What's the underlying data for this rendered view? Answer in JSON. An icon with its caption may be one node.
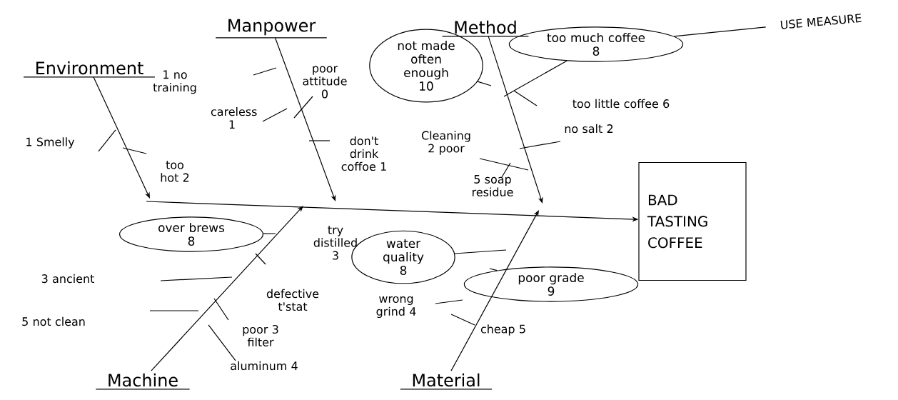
{
  "diagram": {
    "nodes": [
      {
        "text": [
          "Environment"
        ]
      },
      {
        "text": [
          "Manpower"
        ]
      },
      {
        "text": [
          "Method"
        ]
      },
      {
        "text": [
          "not made often enough",
          "10"
        ]
      },
      {
        "text": [
          "too much coffee",
          "8"
        ]
      },
      {
        "text": [
          "USE MEASURE"
        ]
      },
      {
        "text": [
          "BAD TASTING COFFEE"
        ]
      },
      {
        "text": [
          "over brews",
          "8"
        ]
      },
      {
        "text": [
          "water quality",
          "8"
        ]
      },
      {
        "text": [
          "poor grade",
          "9"
        ]
      },
      {
        "text": [
          "Machine"
        ]
      },
      {
        "text": [
          "Material"
        ]
      }
    ],
    "edges": [
      {
        "from": 0,
        "to": null,
        "arrow": "to"
      },
      {
        "from": 1,
        "to": null,
        "arrow": "to"
      },
      {
        "from": 2,
        "to": null,
        "arrow": "to"
      },
      {
        "from": 10,
        "to": null,
        "arrow": "to"
      },
      {
        "from": 11,
        "to": null,
        "arrow": "to"
      },
      {
        "from": null,
        "to": 6,
        "arrow": "to"
      },
      {
        "from": 4,
        "to": 5,
        "arrow": "none"
      },
      {
        "from": 7,
        "to": null,
        "arrow": "none"
      },
      {
        "from": 3,
        "to": null,
        "arrow": "none"
      },
      {
        "from": 4,
        "to": null,
        "arrow": "none"
      },
      {
        "from": 8,
        "to": null,
        "arrow": "none"
      },
      {
        "from": 9,
        "to": null,
        "arrow": "none"
      }
    ],
    "labels": [
      "1 no training",
      "poor attitude 0",
      "too little coffee 6",
      "careless 1",
      "1 Smelly",
      "too hot 2",
      "don't drink coffoe 1",
      "Cleaning 2 poor",
      "no salt 2",
      "5 soap residue",
      "try distilled 3",
      "3 ancient",
      "defective t'stat",
      "wrong grind 4",
      "5 not clean",
      "poor 3 filter",
      "cheap 5",
      "aluminum 4"
    ]
  }
}
